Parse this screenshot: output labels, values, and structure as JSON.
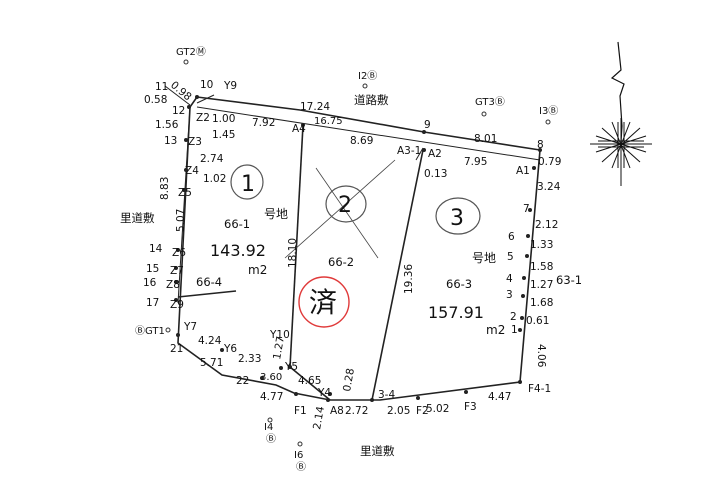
{
  "benchmarks": {
    "gt2": "GT2Ⓜ",
    "i2": "I2Ⓑ",
    "gt3": "GT3Ⓑ",
    "i3": "I3Ⓑ",
    "gt1": "ⒷGT1",
    "i4": "I4\nⒷ",
    "i6": "I6\nⒷ"
  },
  "roads": {
    "top": "道路敷",
    "left": "里道敷",
    "bottom": "里道敷"
  },
  "neighbor": "63-1",
  "parcels": [
    {
      "id": "66-1",
      "circle": "1",
      "hand_tag": "号地",
      "area": "143.92",
      "unit": "m2"
    },
    {
      "id": "66-2",
      "circle": "2",
      "hand_tag": "",
      "area": "",
      "unit": ""
    },
    {
      "id": "66-3",
      "circle": "3",
      "hand_tag": "号地",
      "area": "157.91",
      "unit": "m2"
    }
  ],
  "parcel_66_4": "66-4",
  "sumi": "済",
  "points": {
    "p10": "10",
    "p11": "11",
    "p12": "12",
    "p13": "13",
    "y9": "Y9",
    "z2": "Z2",
    "z3": "Z3",
    "z4": "Z4",
    "z5": "Z5",
    "z6": "Z6",
    "z7": "Z7",
    "z8": "Z8",
    "z9": "Z9",
    "p14": "14",
    "p15": "15",
    "p16": "16",
    "p17": "17",
    "p21": "21",
    "p22": "22",
    "y7": "Y7",
    "y6": "Y6",
    "y5": "Y5",
    "y4": "Y4",
    "y10": "Y10",
    "a4": "A4",
    "a3_1": "A3-1",
    "a2": "A2",
    "a1": "A1",
    "p9": "9",
    "p8": "8",
    "p7": "7",
    "p6": "6",
    "p5": "5",
    "p4": "4",
    "p3": "3",
    "p2": "2",
    "p1": "1",
    "f1": "F1",
    "a8": "A8",
    "p3_4": "3-4",
    "f2": "F2",
    "f3": "F3",
    "f4_1": "F4-1"
  },
  "distances": {
    "d0_98": "0.98",
    "d0_58": "0.58",
    "d1_56": "1.56",
    "d1_00": "1.00",
    "d1_45": "1.45",
    "d7_92": "7.92",
    "d17_24": "17.24",
    "d16_75": "16.75",
    "d8_69": "8.69",
    "d8_01": "8.01",
    "d7_95": "7.95",
    "d0_79": "0.79",
    "d0_13": "0.13",
    "d2_74": "2.74",
    "d1_02": "1.02",
    "d8_83": "8.83",
    "d5_07": "5.07",
    "d18_10": "18.10",
    "d19_36": "19.36",
    "d3_24": "3.24",
    "d2_12": "2.12",
    "d1_33": "1.33",
    "d1_58": "1.58",
    "d1_27a": "1.27",
    "d1_68": "1.68",
    "d0_61": "0.61",
    "d4_06": "4.06",
    "d4_24": "4.24",
    "d2_33": "2.33",
    "d1_27b": "1.27",
    "d5_71": "5.71",
    "d3_60": "3.60",
    "d4_65": "4.65",
    "d0_28": "0.28",
    "d4_77": "4.77",
    "d2_14": "2.14",
    "d2_72": "2.72",
    "d2_05": "2.05",
    "d5_02": "5.02",
    "d4_47": "4.47"
  }
}
